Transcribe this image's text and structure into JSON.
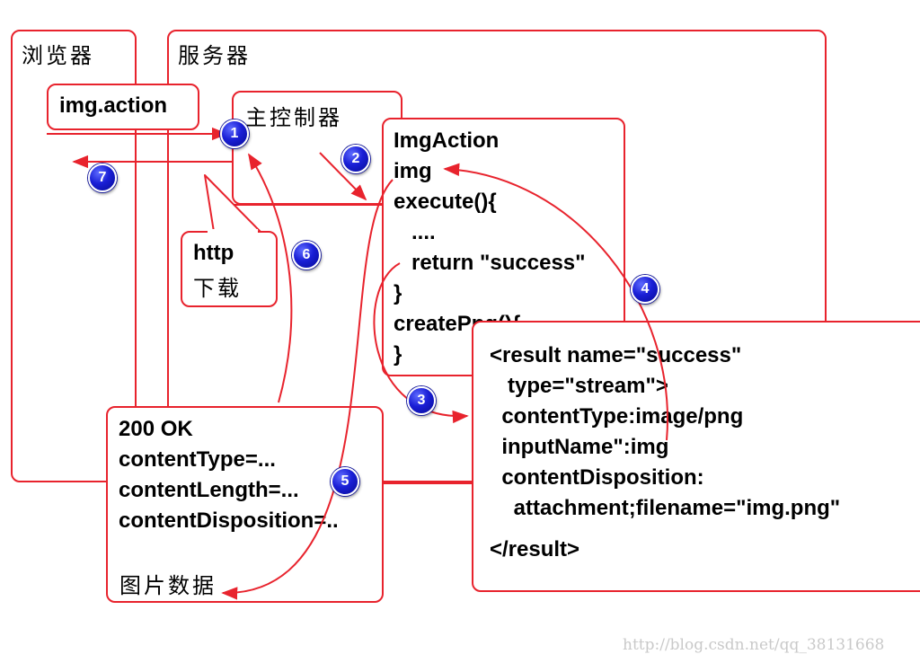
{
  "browser": {
    "title": "浏览器",
    "request": "img.action"
  },
  "server": {
    "title": "服务器"
  },
  "controller": {
    "title": "主控制器"
  },
  "action": {
    "lines": [
      "ImgAction",
      "img",
      "execute(){",
      "   ....",
      "   return \"success\"",
      "}",
      "createPng(){",
      "}"
    ]
  },
  "result": {
    "lines": [
      "<result name=\"success\"",
      "   type=\"stream\">",
      "  contentType:image/png",
      "  inputName\":img",
      "  contentDisposition:",
      "    attachment;filename=\"img.png\"",
      "",
      "</result>"
    ]
  },
  "http_note": {
    "line1": "http",
    "line2": "下载"
  },
  "response": {
    "lines": [
      "200 OK",
      "contentType=...",
      "contentLength=...",
      "contentDisposition=..",
      ""
    ],
    "data_label": "图片数据"
  },
  "steps": [
    "1",
    "2",
    "3",
    "4",
    "5",
    "6",
    "7"
  ],
  "colors": {
    "stroke": "#e8232d",
    "badge": "#1a1fd6"
  },
  "watermark": "http://blog.csdn.net/qq_38131668"
}
